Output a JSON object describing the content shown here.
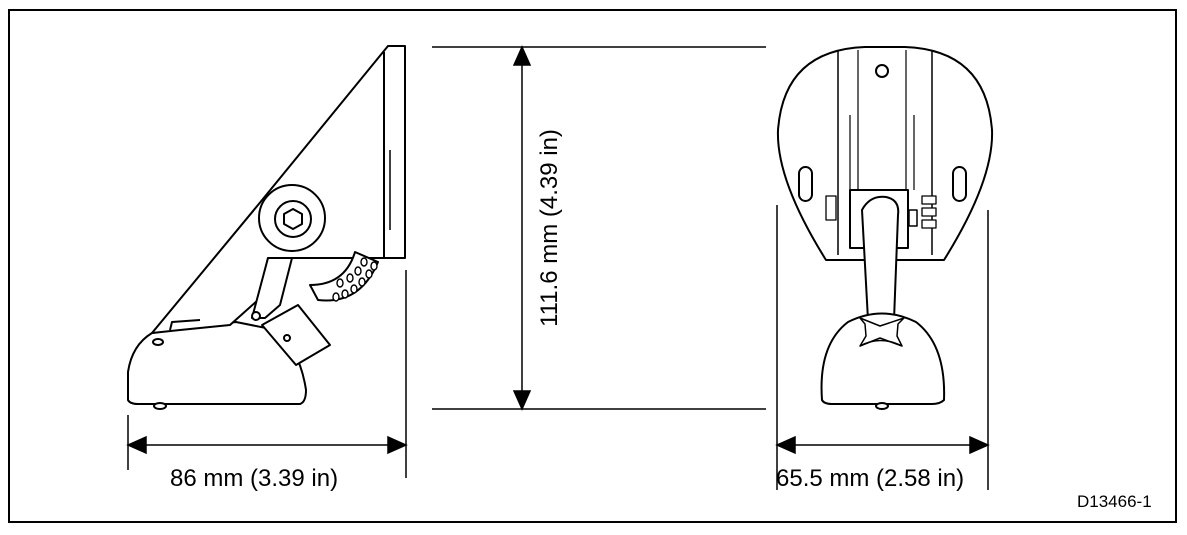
{
  "dimensions": {
    "side_width": "86 mm (3.39 in)",
    "height": "111.6 mm (4.39 in)",
    "front_width": "65.5 mm (2.58 in)"
  },
  "drawing_ref": "D13466-1"
}
